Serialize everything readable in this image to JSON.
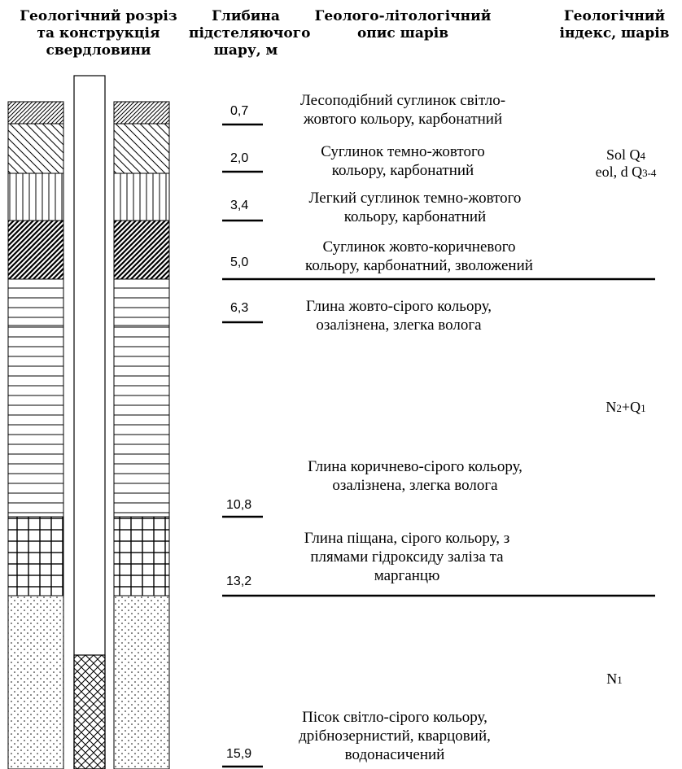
{
  "headers": {
    "section": [
      "Геологічний розріз",
      "та конструкція",
      "свердловини"
    ],
    "depth": [
      "Глибина",
      "підстеляючого",
      "шару, м"
    ],
    "description": [
      "Геолого-літологічний",
      "опис шарів"
    ],
    "index": [
      "Геологічний",
      "індекс, шарів"
    ]
  },
  "layers": [
    {
      "depth": "0,7",
      "pattern": "fine-diagonal",
      "description": [
        "Лесоподібний суглинок світло-",
        "жовтого кольору, карбонатний"
      ]
    },
    {
      "depth": "2,0",
      "pattern": "wide-diagonal",
      "description": [
        "Суглинок темно-жовтого",
        "кольору, карбонатний"
      ]
    },
    {
      "depth": "3,4",
      "pattern": "vertical-lines",
      "description": [
        "Легкий суглинок темно-жовтого",
        "кольору, карбонатний"
      ]
    },
    {
      "depth": "5,0",
      "pattern": "dense-diagonal",
      "description": [
        "Суглинок жовто-коричневого",
        "кольору, карбонатний, зволожений"
      ]
    },
    {
      "depth": "6,3",
      "pattern": "horizontal-lines",
      "description": [
        "Глина жовто-сірого кольору,",
        "озалізнена, злегка волога"
      ]
    },
    {
      "depth": "10,8",
      "pattern": "horizontal-lines",
      "description": [
        "Глина коричнево-сірого кольору,",
        "озалізнена, злегка волога"
      ]
    },
    {
      "depth": "13,2",
      "pattern": "grid",
      "description": [
        "Глина піщана, сірого кольору, з",
        "плямами гідроксиду заліза та",
        "марганцю"
      ]
    },
    {
      "depth": "15,9",
      "pattern": "dots",
      "description": [
        "Пісок світло-сірого кольору,",
        "дрібнозернистий, кварцовий,",
        "водонасичений"
      ]
    }
  ],
  "indices": {
    "upper_line1": {
      "base": "Sol Q",
      "sub": "4"
    },
    "upper_line2": {
      "base": "eol, d Q",
      "sub": "3-4"
    },
    "middle": {
      "part1": "N",
      "sub1": "2",
      "part2": "+Q",
      "sub2": "1"
    },
    "lower": {
      "base": "N",
      "sub": "1"
    }
  }
}
